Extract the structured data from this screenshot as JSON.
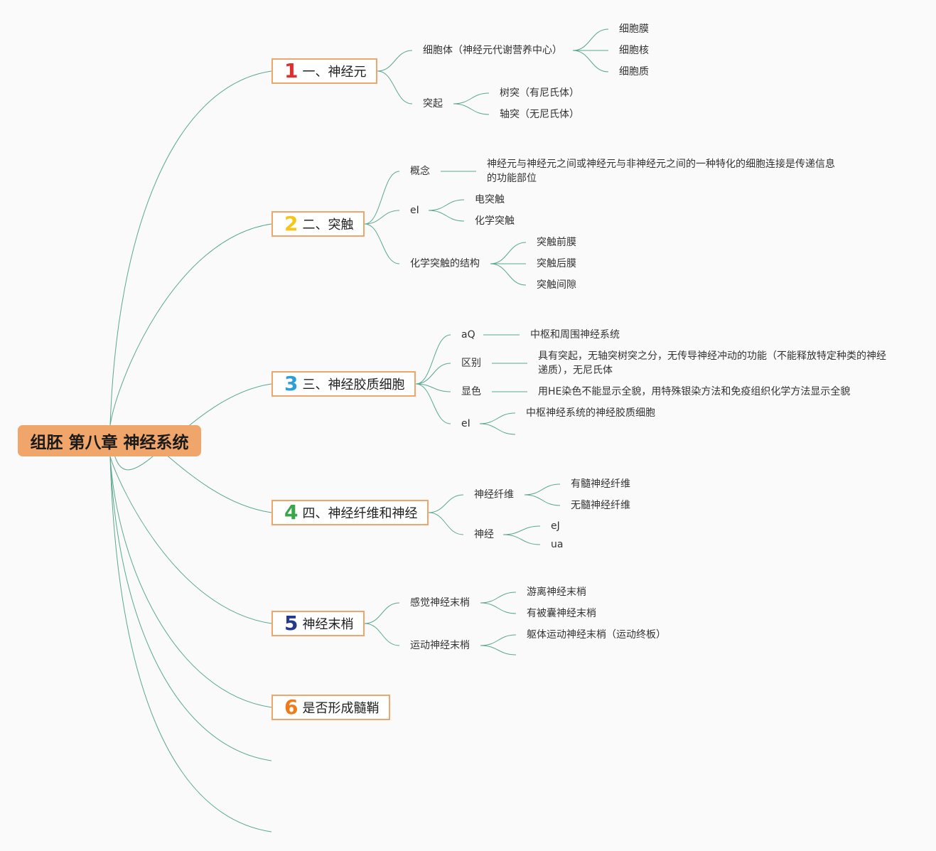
{
  "root": {
    "label": "组胚 第八章 神经系统"
  },
  "branches": [
    {
      "num": "1",
      "num_color": "#e02e2e",
      "label": "一、神经元",
      "children": [
        {
          "label": "细胞体（神经元代谢营养中心）",
          "children": [
            "细胞膜",
            "细胞核",
            "细胞质"
          ]
        },
        {
          "label": "突起",
          "children": [
            "树突（有尼氏体）",
            "轴突（无尼氏体）"
          ]
        }
      ]
    },
    {
      "num": "2",
      "num_color": "#f5c518",
      "label": "二、突触",
      "children": [
        {
          "label": "概念",
          "children": [
            "神经元与神经元之间或神经元与非神经元之间的一种特化的细胞连接是传递信息的功能部位"
          ]
        },
        {
          "label": "eI",
          "children": [
            "电突触",
            "化学突触"
          ]
        },
        {
          "label": "化学突触的结构",
          "children": [
            "突触前膜",
            "突触后膜",
            "突触间隙"
          ]
        }
      ]
    },
    {
      "num": "3",
      "num_color": "#2a9fd8",
      "label": "三、神经胶质细胞",
      "children": [
        {
          "label": "aQ",
          "children": [
            "中枢和周围神经系统"
          ]
        },
        {
          "label": "区别",
          "children": [
            "具有突起，无轴突树突之分，无传导神经冲动的功能（不能释放特定种类的神经递质），无尼氏体"
          ]
        },
        {
          "label": "显色",
          "children": [
            "用HE染色不能显示全貌，用特殊银染方法和免疫组织化学方法显示全貌"
          ]
        },
        {
          "label": "eI",
          "children": [
            "中枢神经系统的神经胶质细胞"
          ]
        }
      ]
    },
    {
      "num": "4",
      "num_color": "#3aa54a",
      "label": "四、神经纤维和神经",
      "children": [
        {
          "label": "神经纤维",
          "children": [
            "有髓神经纤维",
            "无髓神经纤维"
          ]
        },
        {
          "label": "神经",
          "children": [
            "eJ",
            "ua"
          ]
        }
      ]
    },
    {
      "num": "5",
      "num_color": "#243a8c",
      "label": "神经末梢",
      "children": [
        {
          "label": "感觉神经末梢",
          "children": [
            "游离神经末梢",
            "有被囊神经末梢"
          ]
        },
        {
          "label": "运动神经末梢",
          "children": [
            "躯体运动神经末梢（运动终板）"
          ]
        }
      ]
    },
    {
      "num": "6",
      "num_color": "#f07a1a",
      "label": "是否形成髓鞘",
      "children": []
    }
  ],
  "colors": {
    "link": "#5aa88e",
    "accent": "#f0a56a"
  }
}
